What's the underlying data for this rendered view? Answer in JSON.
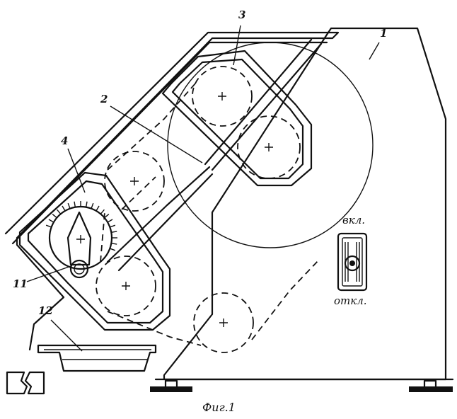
{
  "figure": {
    "caption": "Фиг.1",
    "callouts": [
      {
        "id": "1",
        "text": "1"
      },
      {
        "id": "2",
        "text": "2"
      },
      {
        "id": "3",
        "text": "3"
      },
      {
        "id": "4",
        "text": "4"
      },
      {
        "id": "11",
        "text": "11"
      },
      {
        "id": "12",
        "text": "12"
      }
    ],
    "switch": {
      "on_label": "вкл.",
      "off_label": "откл."
    }
  },
  "colors": {
    "ink": "#111111",
    "background": "#ffffff"
  }
}
